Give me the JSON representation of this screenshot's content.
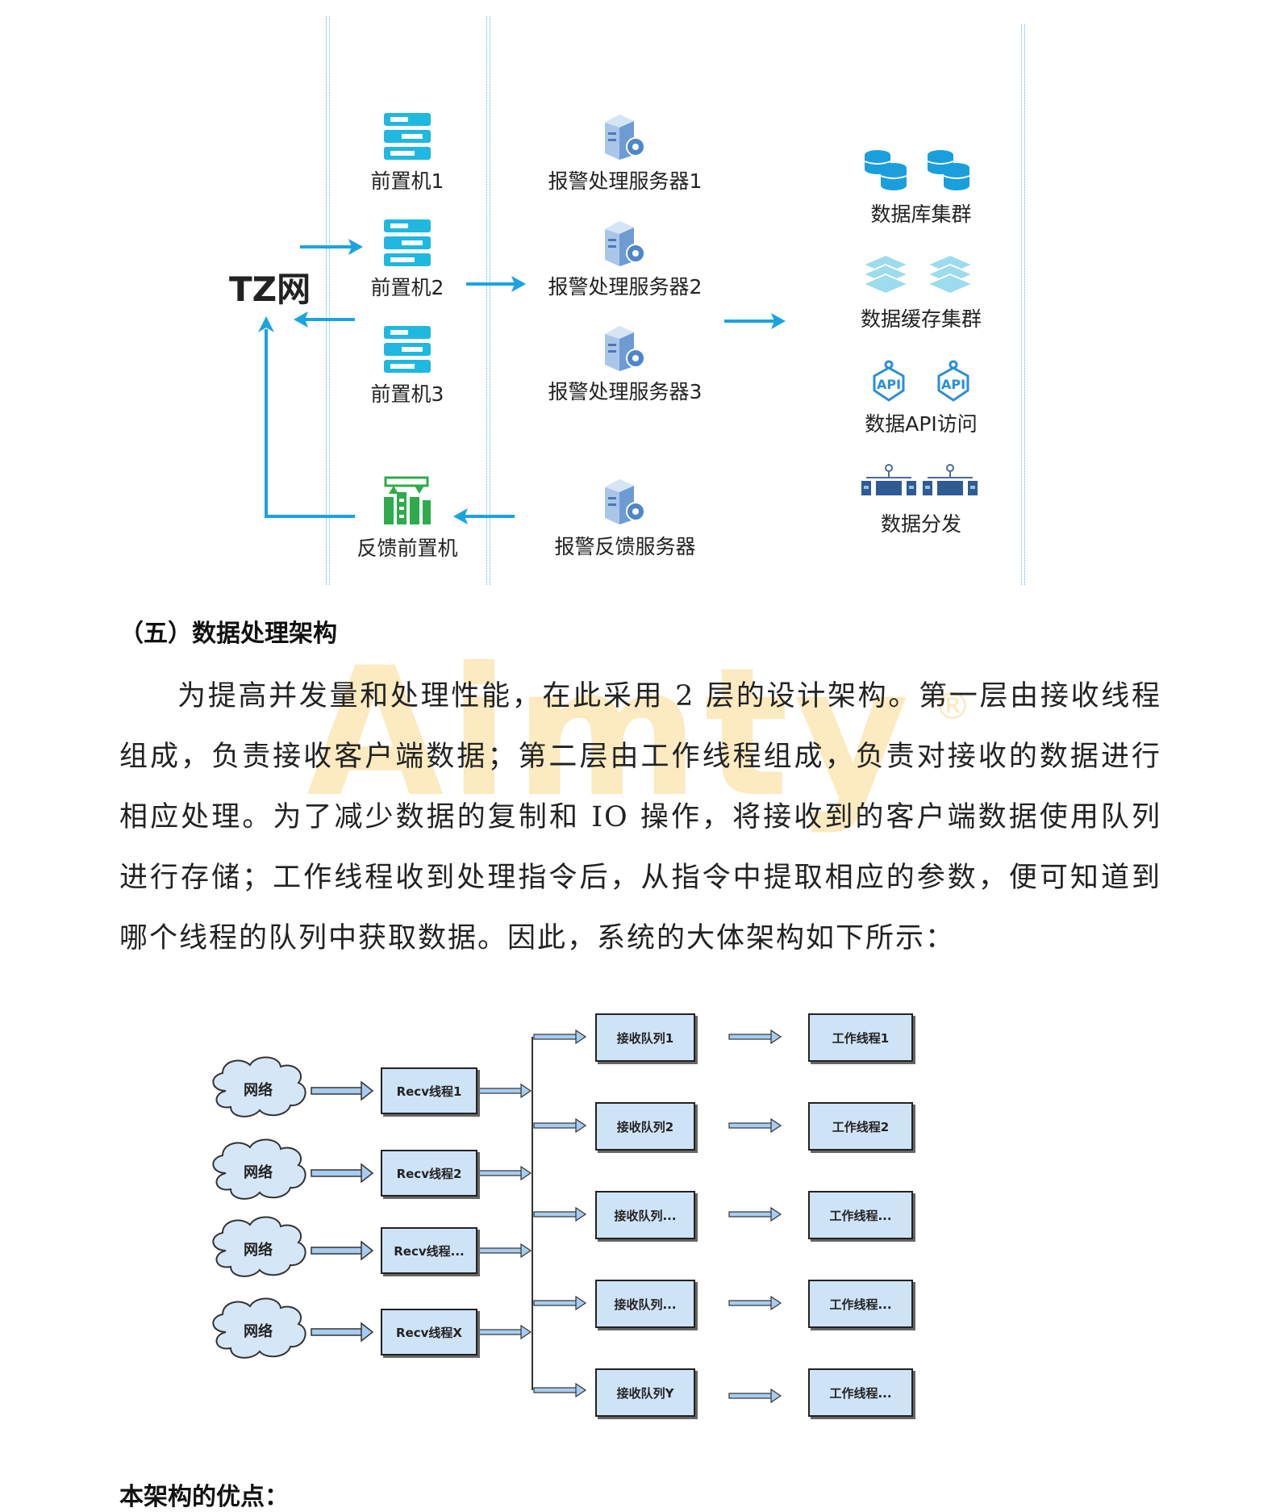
{
  "top_diagram": {
    "network_label": "TZ网",
    "front_machines": [
      "前置机1",
      "前置机2",
      "前置机3"
    ],
    "alarm_servers": [
      "报警处理服务器1",
      "报警处理服务器2",
      "报警处理服务器3"
    ],
    "feedback_front_machine": "反馈前置机",
    "feedback_server": "报警反馈服务器",
    "data_services": [
      "数据库集群",
      "数据缓存集群",
      "数据API访问",
      "数据分发"
    ],
    "api_icon_text": "API"
  },
  "section": {
    "heading": "（五）数据处理架构",
    "paragraph": "为提高并发量和处理性能，在此采用 2 层的设计架构。第一层由接收线程组成，负责接收客户端数据；第二层由工作线程组成，负责对接收的数据进行相应处理。为了减少数据的复制和 IO 操作，将接收到的客户端数据使用队列进行存储；工作线程收到处理指令后，从指令中提取相应的参数，便可知道到哪个线程的队列中获取数据。因此，系统的大体架构如下所示："
  },
  "watermark": {
    "text": "Aimty",
    "mark": "®"
  },
  "flow_diagram": {
    "networks": [
      "网络",
      "网络",
      "网络",
      "网络"
    ],
    "recv_threads": [
      "Recv线程1",
      "Recv线程2",
      "Recv线程...",
      "Recv线程X"
    ],
    "queues": [
      "接收队列1",
      "接收队列2",
      "接收队列...",
      "接收队列...",
      "接收队列Y"
    ],
    "workers": [
      "工作线程1",
      "工作线程2",
      "工作线程...",
      "工作线程...",
      "工作线程..."
    ]
  },
  "footer": {
    "text": "本架构的优点："
  },
  "colors": {
    "arrow_blue": "#1aa3e0",
    "box_fill": "#cfe3f7",
    "cloud_fill": "#d5e6f7",
    "watermark": "#f7c242"
  }
}
